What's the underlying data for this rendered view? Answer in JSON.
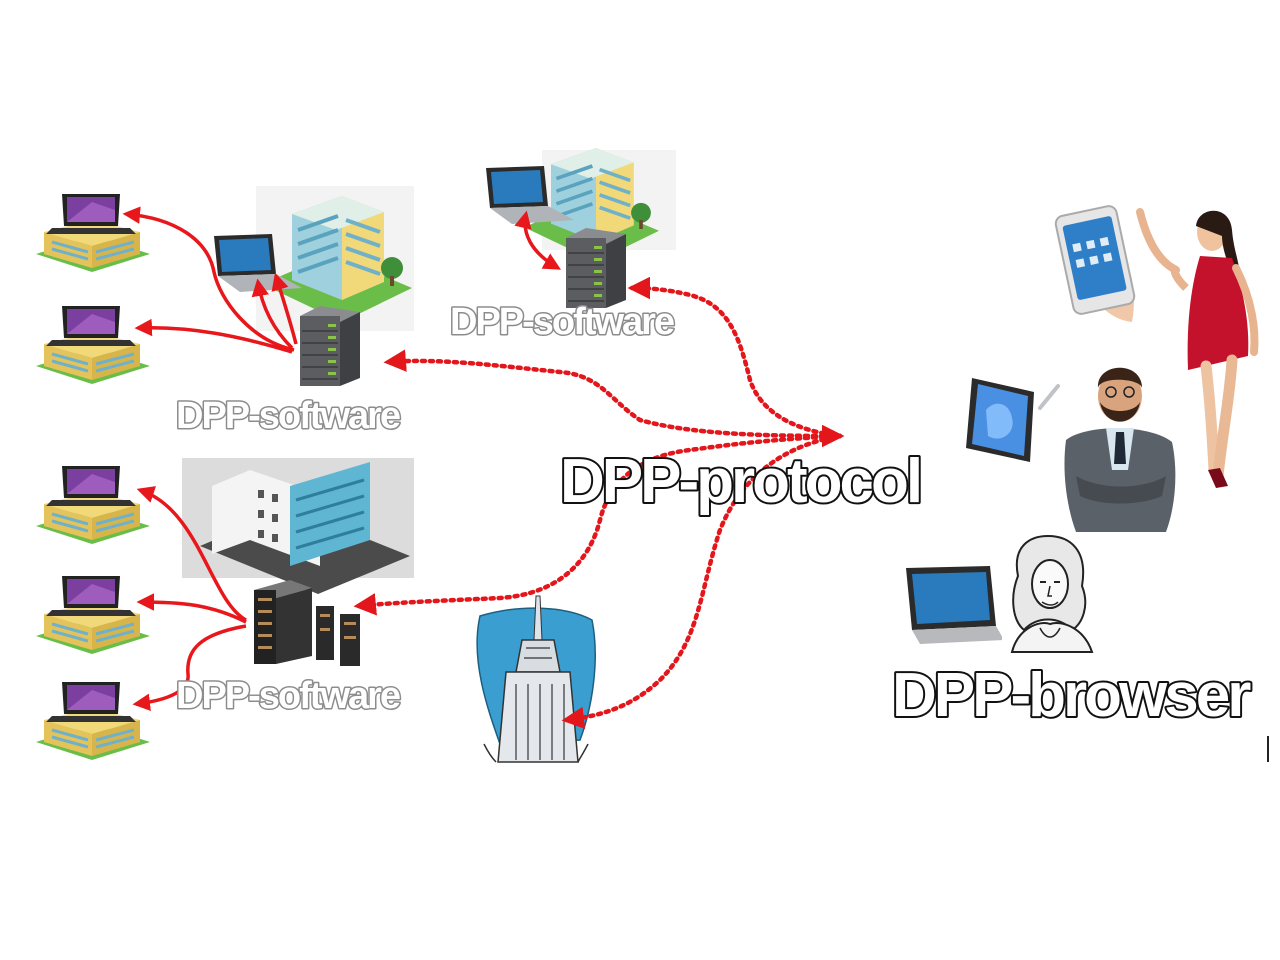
{
  "labels": {
    "software_top_left": "DPP-software",
    "software_top_center": "DPP-software",
    "software_bottom_left": "DPP-software",
    "protocol": "DPP-protocol",
    "browser": "DPP-browser"
  },
  "colors": {
    "arrow": "#e8171b",
    "dotted_arrow": "#e3161b",
    "building_glass": "#6fb1c9",
    "building_wall": "#f1d97a",
    "grass": "#6bbd4a",
    "server": "#5b5d60",
    "laptop_screen": "#7b3fa0",
    "skyline_bg": "#3a9fd0"
  },
  "icons": [
    "laptop-icon",
    "office-building-icon",
    "server-icon",
    "data-center-icon",
    "skyscraper-icon",
    "smartphone-icon",
    "tablet-icon",
    "woman-figure-icon",
    "businessman-figure-icon",
    "portrait-figure-icon"
  ]
}
